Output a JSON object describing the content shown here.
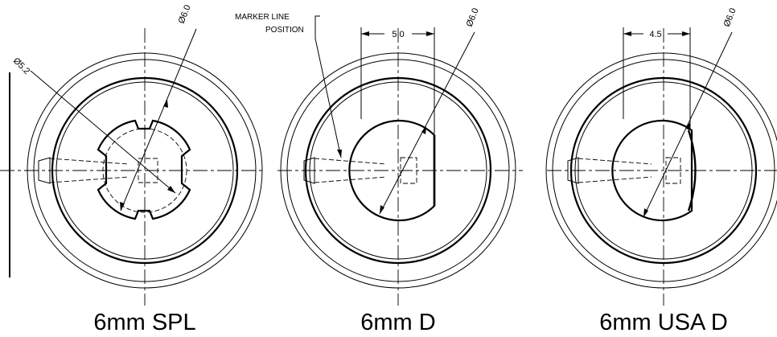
{
  "views": [
    {
      "id": "spl",
      "title": "6mm SPL",
      "dimensions": [
        "Ø5.2",
        "Ø6.0"
      ]
    },
    {
      "id": "d",
      "title": "6mm D",
      "dimensions": [
        "5.0",
        "Ø6.0"
      ],
      "note": {
        "line1": "MARKER LINE",
        "line2": "POSITION"
      }
    },
    {
      "id": "usa_d",
      "title": "6mm USA D",
      "dimensions": [
        "4.5",
        "Ø6.0"
      ]
    }
  ]
}
